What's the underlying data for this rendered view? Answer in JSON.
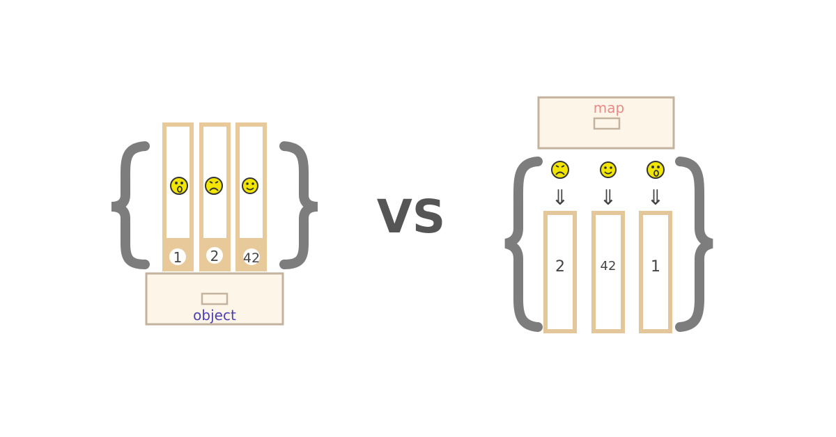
{
  "colors": {
    "brace": "#7d7d7d",
    "folder_outline": "#e3c69a",
    "folder_fill": "#ffffff",
    "folder_tab": "#e8c99a",
    "drawer_outline": "#c2b29e",
    "drawer_fill": "#fdf6e8",
    "object_label": "#4b3fb3",
    "map_label": "#e8898a",
    "vs": "#555555",
    "smiley_fill": "#f2e600",
    "smiley_stroke": "#333333"
  },
  "object_side": {
    "label": "object",
    "folders": [
      {
        "key": "1",
        "face": "surprised"
      },
      {
        "key": "2",
        "face": "sad"
      },
      {
        "key": "42",
        "face": "happy"
      }
    ]
  },
  "vs_label": "VS",
  "map_side": {
    "label": "map",
    "entries": [
      {
        "face": "sad",
        "key": "2",
        "arrow": "⇓"
      },
      {
        "face": "happy",
        "key": "42",
        "arrow": "⇓"
      },
      {
        "face": "surprised",
        "key": "1",
        "arrow": "⇓"
      }
    ]
  }
}
